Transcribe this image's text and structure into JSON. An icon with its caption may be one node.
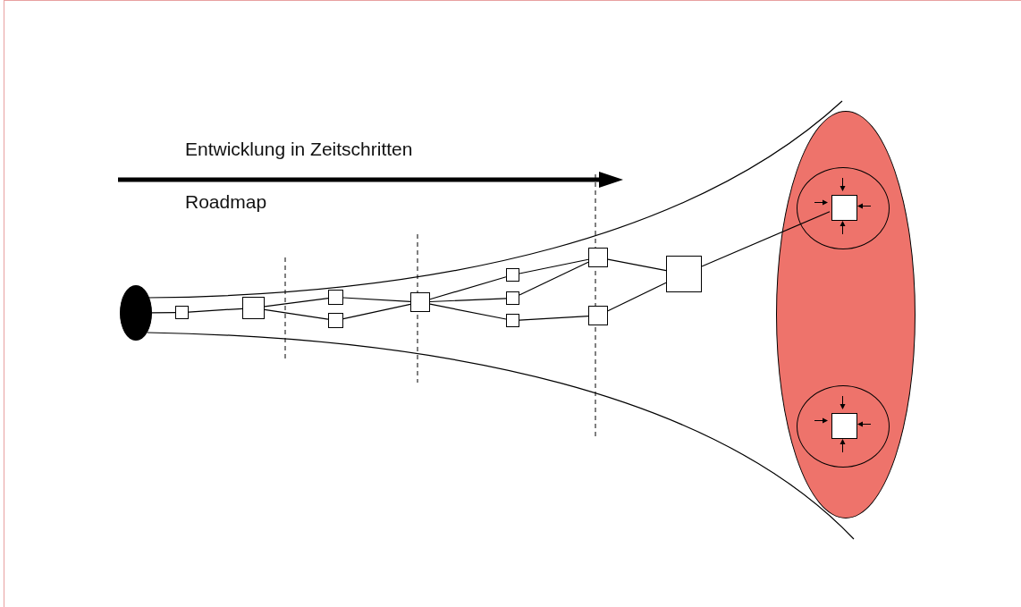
{
  "diagram": {
    "nodes": [
      {
        "text": [],
        "shape": "ellipse"
      },
      {
        "text": [],
        "shape": "box"
      },
      {
        "text": [],
        "shape": "box"
      },
      {
        "text": [],
        "shape": "box"
      },
      {
        "text": [],
        "shape": "box"
      },
      {
        "text": [],
        "shape": "box"
      },
      {
        "text": [],
        "shape": "box"
      },
      {
        "text": [],
        "shape": "box"
      },
      {
        "text": [],
        "shape": "box"
      },
      {
        "text": [],
        "shape": "box"
      },
      {
        "text": [],
        "shape": "box"
      },
      {
        "text": [],
        "shape": "box"
      },
      {
        "text": [],
        "shape": "ellipse"
      },
      {
        "text": [],
        "shape": "circle",
        "in": 12
      },
      {
        "text": [],
        "shape": "box",
        "in": 13
      },
      {
        "text": [],
        "shape": "circle",
        "in": 12
      },
      {
        "text": [],
        "shape": "box",
        "in": 15
      }
    ],
    "edges": [
      {
        "from": 0,
        "to": 1,
        "arrow": "none"
      },
      {
        "from": 1,
        "to": 2,
        "arrow": "none"
      },
      {
        "from": 2,
        "to": 3,
        "arrow": "none"
      },
      {
        "from": 2,
        "to": 4,
        "arrow": "none"
      },
      {
        "from": 3,
        "to": 5,
        "arrow": "none"
      },
      {
        "from": 4,
        "to": 5,
        "arrow": "none"
      },
      {
        "from": 5,
        "to": 6,
        "arrow": "none"
      },
      {
        "from": 5,
        "to": 7,
        "arrow": "none"
      },
      {
        "from": 5,
        "to": 8,
        "arrow": "none"
      },
      {
        "from": 6,
        "to": 9,
        "arrow": "none"
      },
      {
        "from": 7,
        "to": 9,
        "arrow": "none"
      },
      {
        "from": 8,
        "to": 10,
        "arrow": "none"
      },
      {
        "from": 9,
        "to": 11,
        "arrow": "none"
      },
      {
        "from": 10,
        "to": 11,
        "arrow": "none"
      },
      {
        "from": 11,
        "to": 14,
        "arrow": "none"
      }
    ],
    "labels": [
      "Entwicklung in Zeitschritten",
      "Roadmap"
    ]
  }
}
